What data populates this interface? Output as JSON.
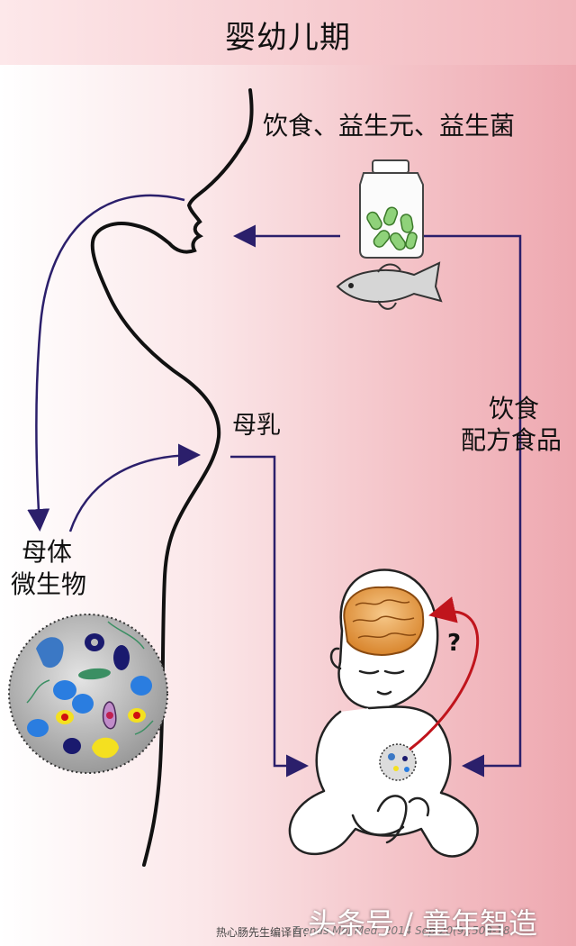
{
  "title": "婴幼儿期",
  "labels": {
    "diet_probiotics": "饮食、益生元、益生菌",
    "breast_milk": "母乳",
    "diet_formula_line1": "饮食",
    "diet_formula_line2": "配方食品",
    "maternal_microbes_line1": "母体",
    "maternal_microbes_line2": "微生物",
    "question": "?"
  },
  "footer": {
    "credit": "热心肠先生编译自：",
    "reference": "Trends Mol Med. 2014 Sep;20(9):509-18."
  },
  "watermark": "头条号 / 童年智造",
  "colors": {
    "arrow": "#2b1f6b",
    "brain_arrow": "#c0141c",
    "background_right": "#eea8b0"
  },
  "icons": [
    "bottle-icon",
    "fish-icon",
    "brain-icon",
    "microbe-circle-icon",
    "baby-figure",
    "mother-silhouette"
  ]
}
